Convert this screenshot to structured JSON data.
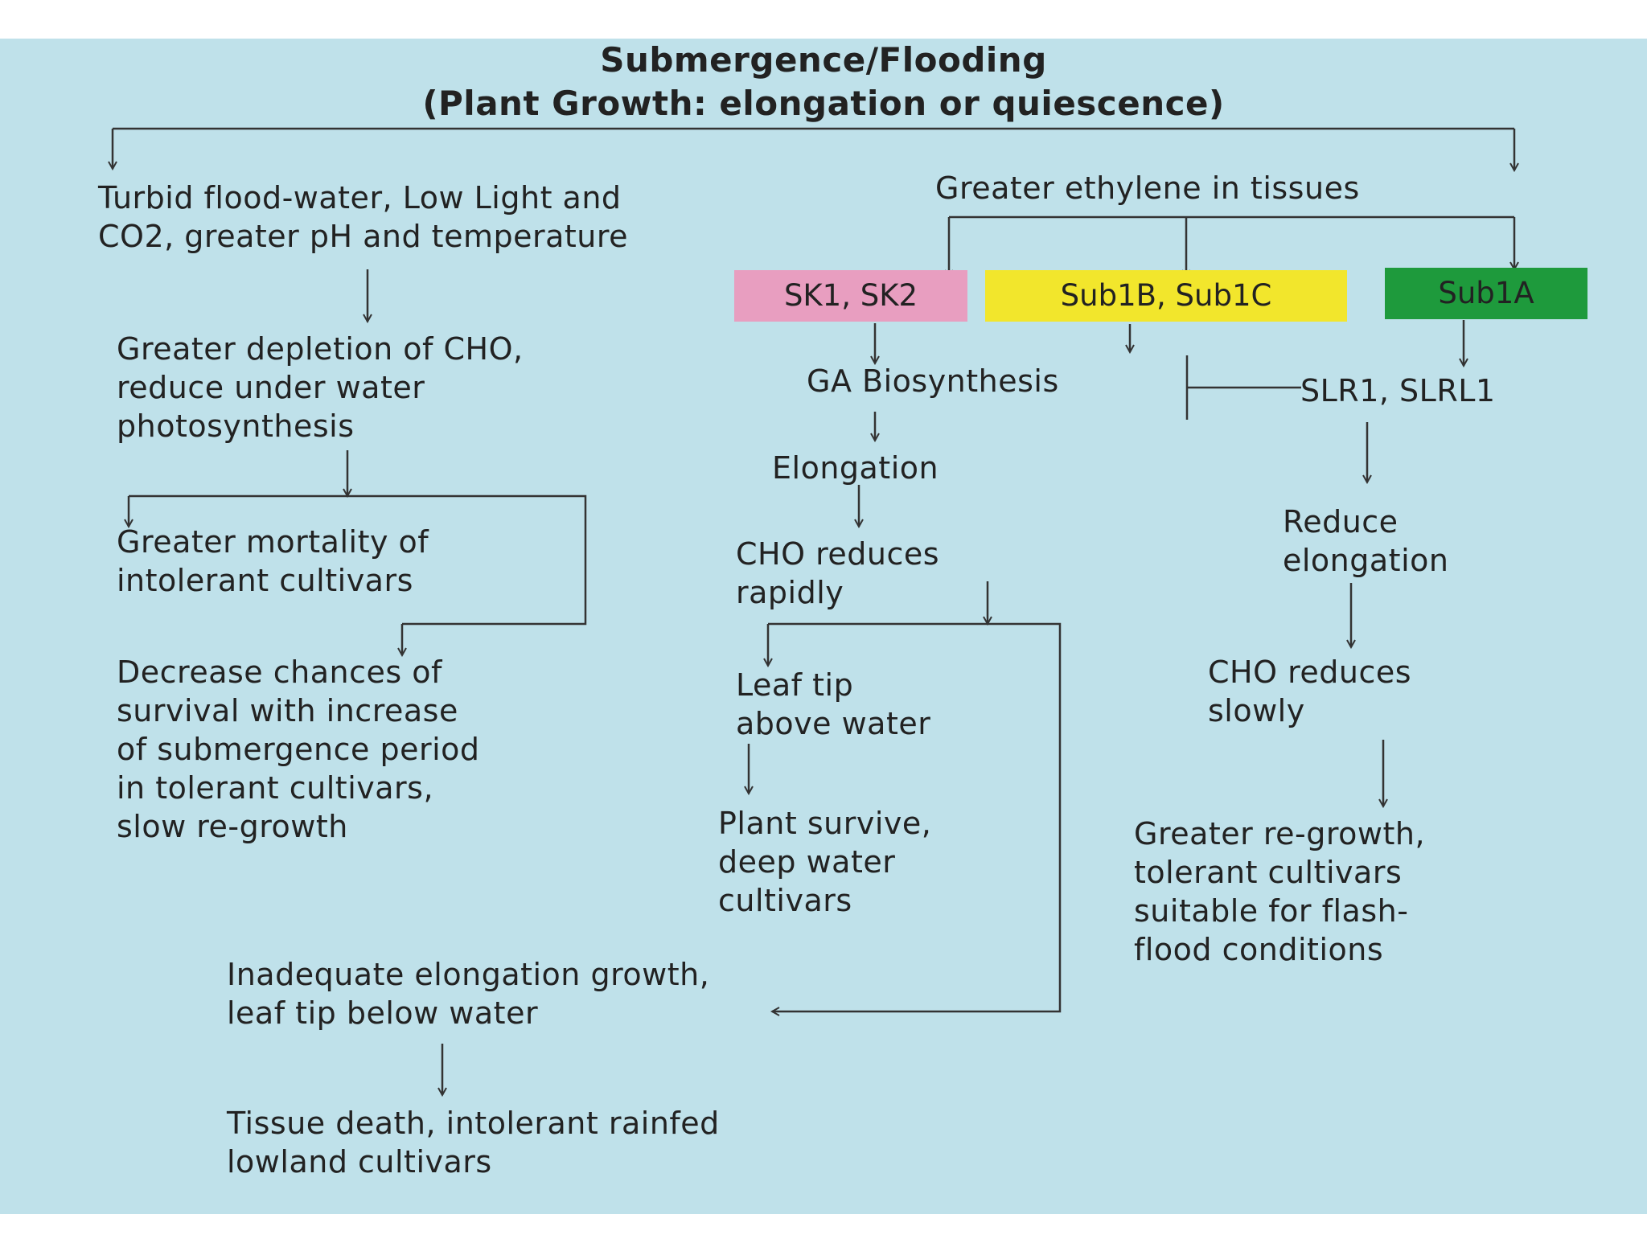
{
  "colors": {
    "background": "#bfe1ea",
    "sk_box": "#e89ec0",
    "sub1bc_box": "#f2e62c",
    "sub1a_box": "#1e9a3c",
    "line": "#333333"
  },
  "title": {
    "line1": "Submergence/Flooding",
    "line2": "(Plant  Growth: elongation or quiescence)"
  },
  "left": {
    "conditions": "Turbid flood-water, Low  Light and\nCO2, greater pH and temperature",
    "depletion": "Greater depletion of CHO,\nreduce under water\nphotosynthesis",
    "mortality": "Greater mortality of\nintolerant cultivars",
    "decrease": "Decrease chances of\nsurvival with increase\nof submergence period\nin tolerant cultivars,\nslow re-growth"
  },
  "ethylene": "Greater ethylene in tissues",
  "genes": {
    "sk": "SK1, SK2",
    "sub1bc": "Sub1B, Sub1C",
    "sub1a": "Sub1A"
  },
  "middle": {
    "ga": "GA Biosynthesis",
    "elongation": "Elongation",
    "cho_rapid": "CHO reduces\nrapidly",
    "leaf_above": "Leaf tip\nabove water",
    "survive": "Plant survive,\ndeep water\ncultivars",
    "inadequate": "Inadequate elongation growth,\nleaf tip below water",
    "death": "Tissue death, intolerant rainfed\nlowland cultivars"
  },
  "right": {
    "slr": "SLR1, SLRL1",
    "reduce": "Reduce\nelongation",
    "cho_slow": "CHO reduces\nslowly",
    "regrowth": "Greater re-growth,\ntolerant cultivars\nsuitable for flash-\nflood conditions"
  }
}
